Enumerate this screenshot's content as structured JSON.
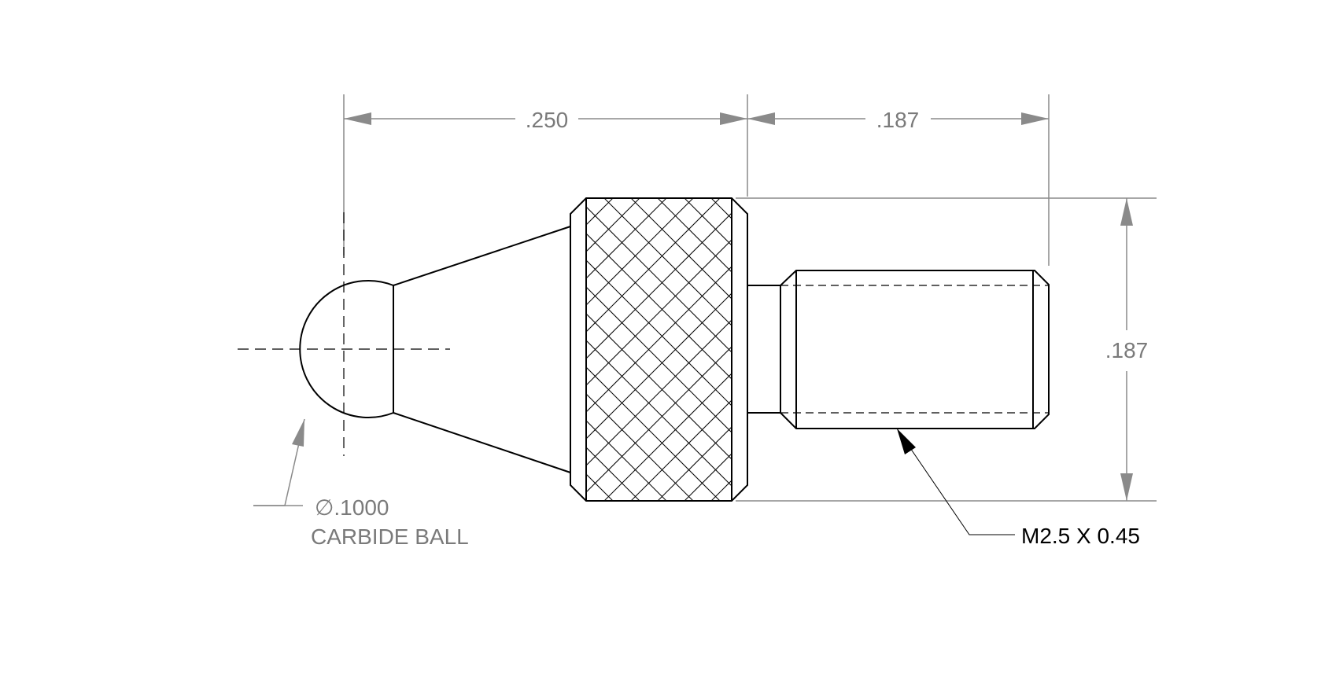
{
  "drawing": {
    "dimensions": {
      "head_length": ".250",
      "thread_length": ".187",
      "thread_height": ".187"
    },
    "callouts": {
      "ball_diameter": "∅.1000",
      "ball_material": "CARBIDE BALL",
      "thread_spec": "M2.5 X 0.45"
    }
  }
}
